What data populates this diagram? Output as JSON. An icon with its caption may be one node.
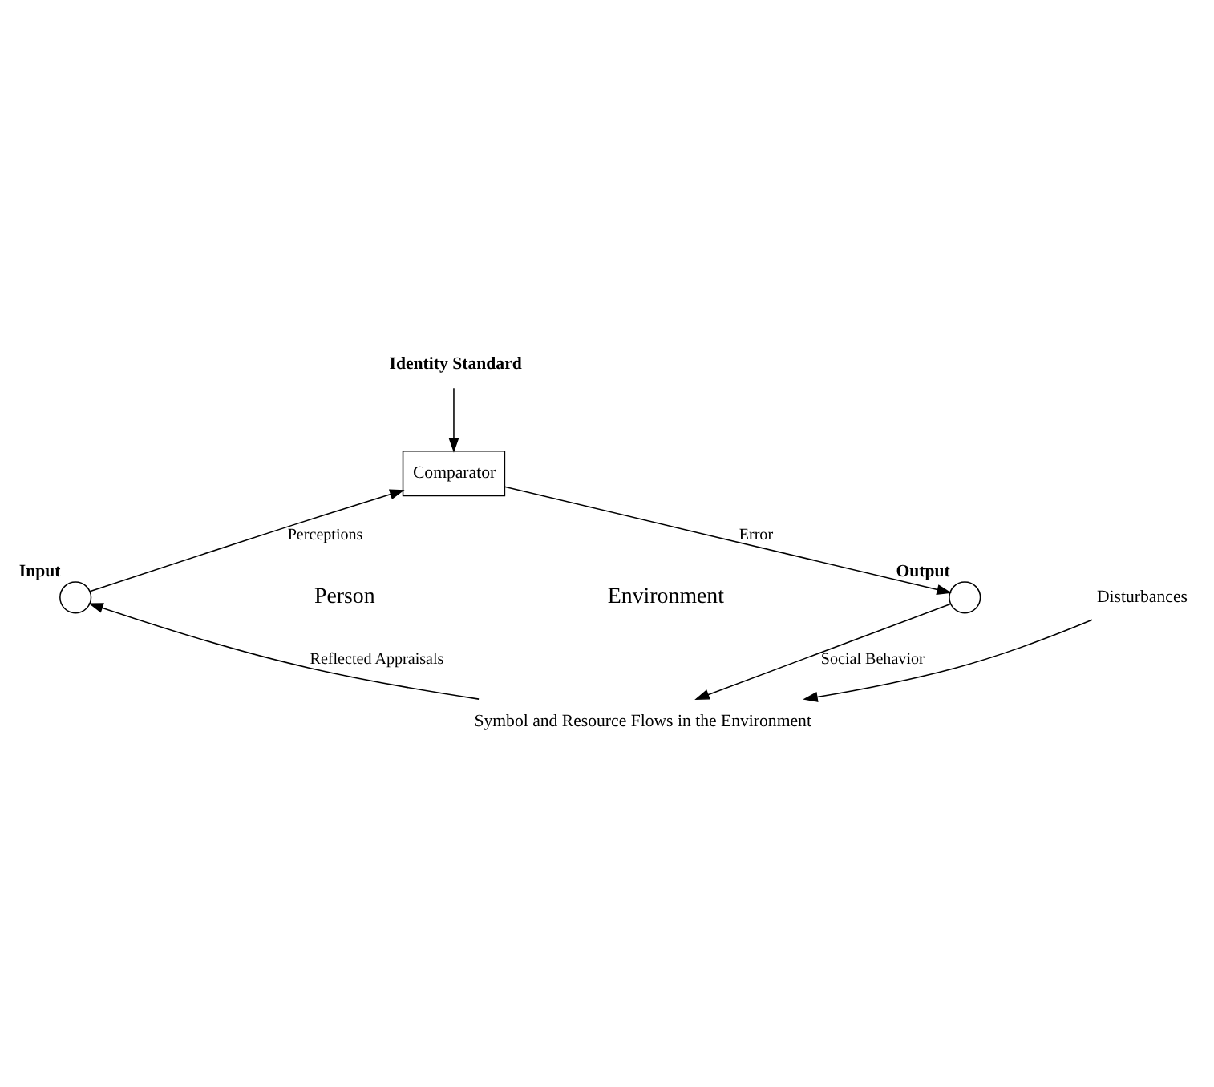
{
  "diagram": {
    "nodes": [
      {
        "text": [
          "Identity Standard"
        ]
      },
      {
        "text": [
          "Comparator"
        ]
      },
      {
        "text": [],
        "shape": "circle",
        "beside": [
          "Input"
        ]
      },
      {
        "text": [],
        "shape": "circle",
        "beside": [
          "Output"
        ]
      },
      {
        "text": [
          "Symbol and Resource Flows in the Environment"
        ]
      },
      {
        "text": [
          "Disturbances"
        ]
      }
    ],
    "edges": [
      {
        "from": 0,
        "to": 1,
        "arrow": "to"
      },
      {
        "from": 2,
        "to": 1,
        "arrow": "to",
        "label": "Perceptions"
      },
      {
        "from": 1,
        "to": 3,
        "arrow": "to",
        "label": "Error"
      },
      {
        "from": 3,
        "to": 4,
        "arrow": "to",
        "label": "Social Behavior"
      },
      {
        "from": 4,
        "to": 2,
        "arrow": "to",
        "label": "Reflected Appraisals"
      },
      {
        "from": 5,
        "to": 4,
        "arrow": "to"
      }
    ],
    "labels": [
      "Person",
      "Environment"
    ]
  }
}
